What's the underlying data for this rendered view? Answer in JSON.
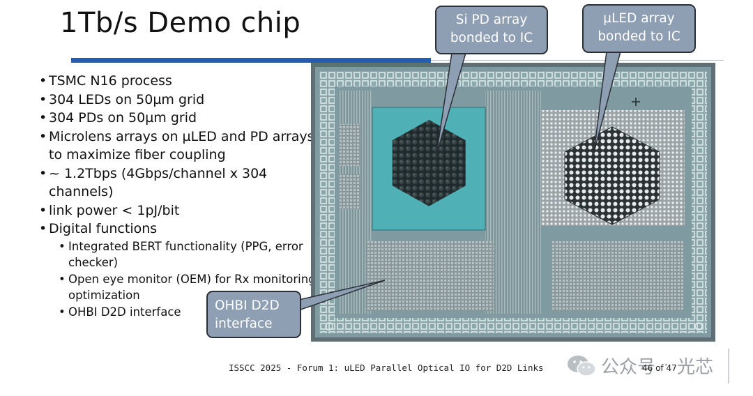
{
  "slide": {
    "title": "1Tb/s Demo chip",
    "bullets": [
      "TSMC N16 process",
      "304 LEDs on 50µm grid",
      "304 PDs on 50µm grid",
      "Microlens arrays on µLED and PD arrays to maximize fiber coupling",
      "~ 1.2Tbps (4Gbps/channel x 304 channels)",
      "link power < 1pJ/bit",
      "Digital functions"
    ],
    "sub_bullets": [
      "Integrated BERT functionality (PPG, error checker)",
      "Open eye monitor (OEM) for Rx monitoring optimization",
      "OHBI D2D interface"
    ],
    "callouts": {
      "pd_line1": "Si PD array",
      "pd_line2": "bonded to IC",
      "led_line1": "µLED array",
      "led_line2": "bonded to IC",
      "ohbi_line1": "OHBI D2D",
      "ohbi_line2": "interface"
    },
    "footer": "ISSCC 2025 - Forum 1: uLED Parallel Optical IO for D2D Links",
    "page_number": "46 of 47"
  },
  "watermark": {
    "account": "公众号",
    "separator": "·",
    "name": "光芯"
  },
  "colors": {
    "accent_rule": "#1f5fb3",
    "callout_fill": "#8e9fb3",
    "die_base": "#7f9aa0",
    "pd_pad": "#4fb0b6"
  }
}
